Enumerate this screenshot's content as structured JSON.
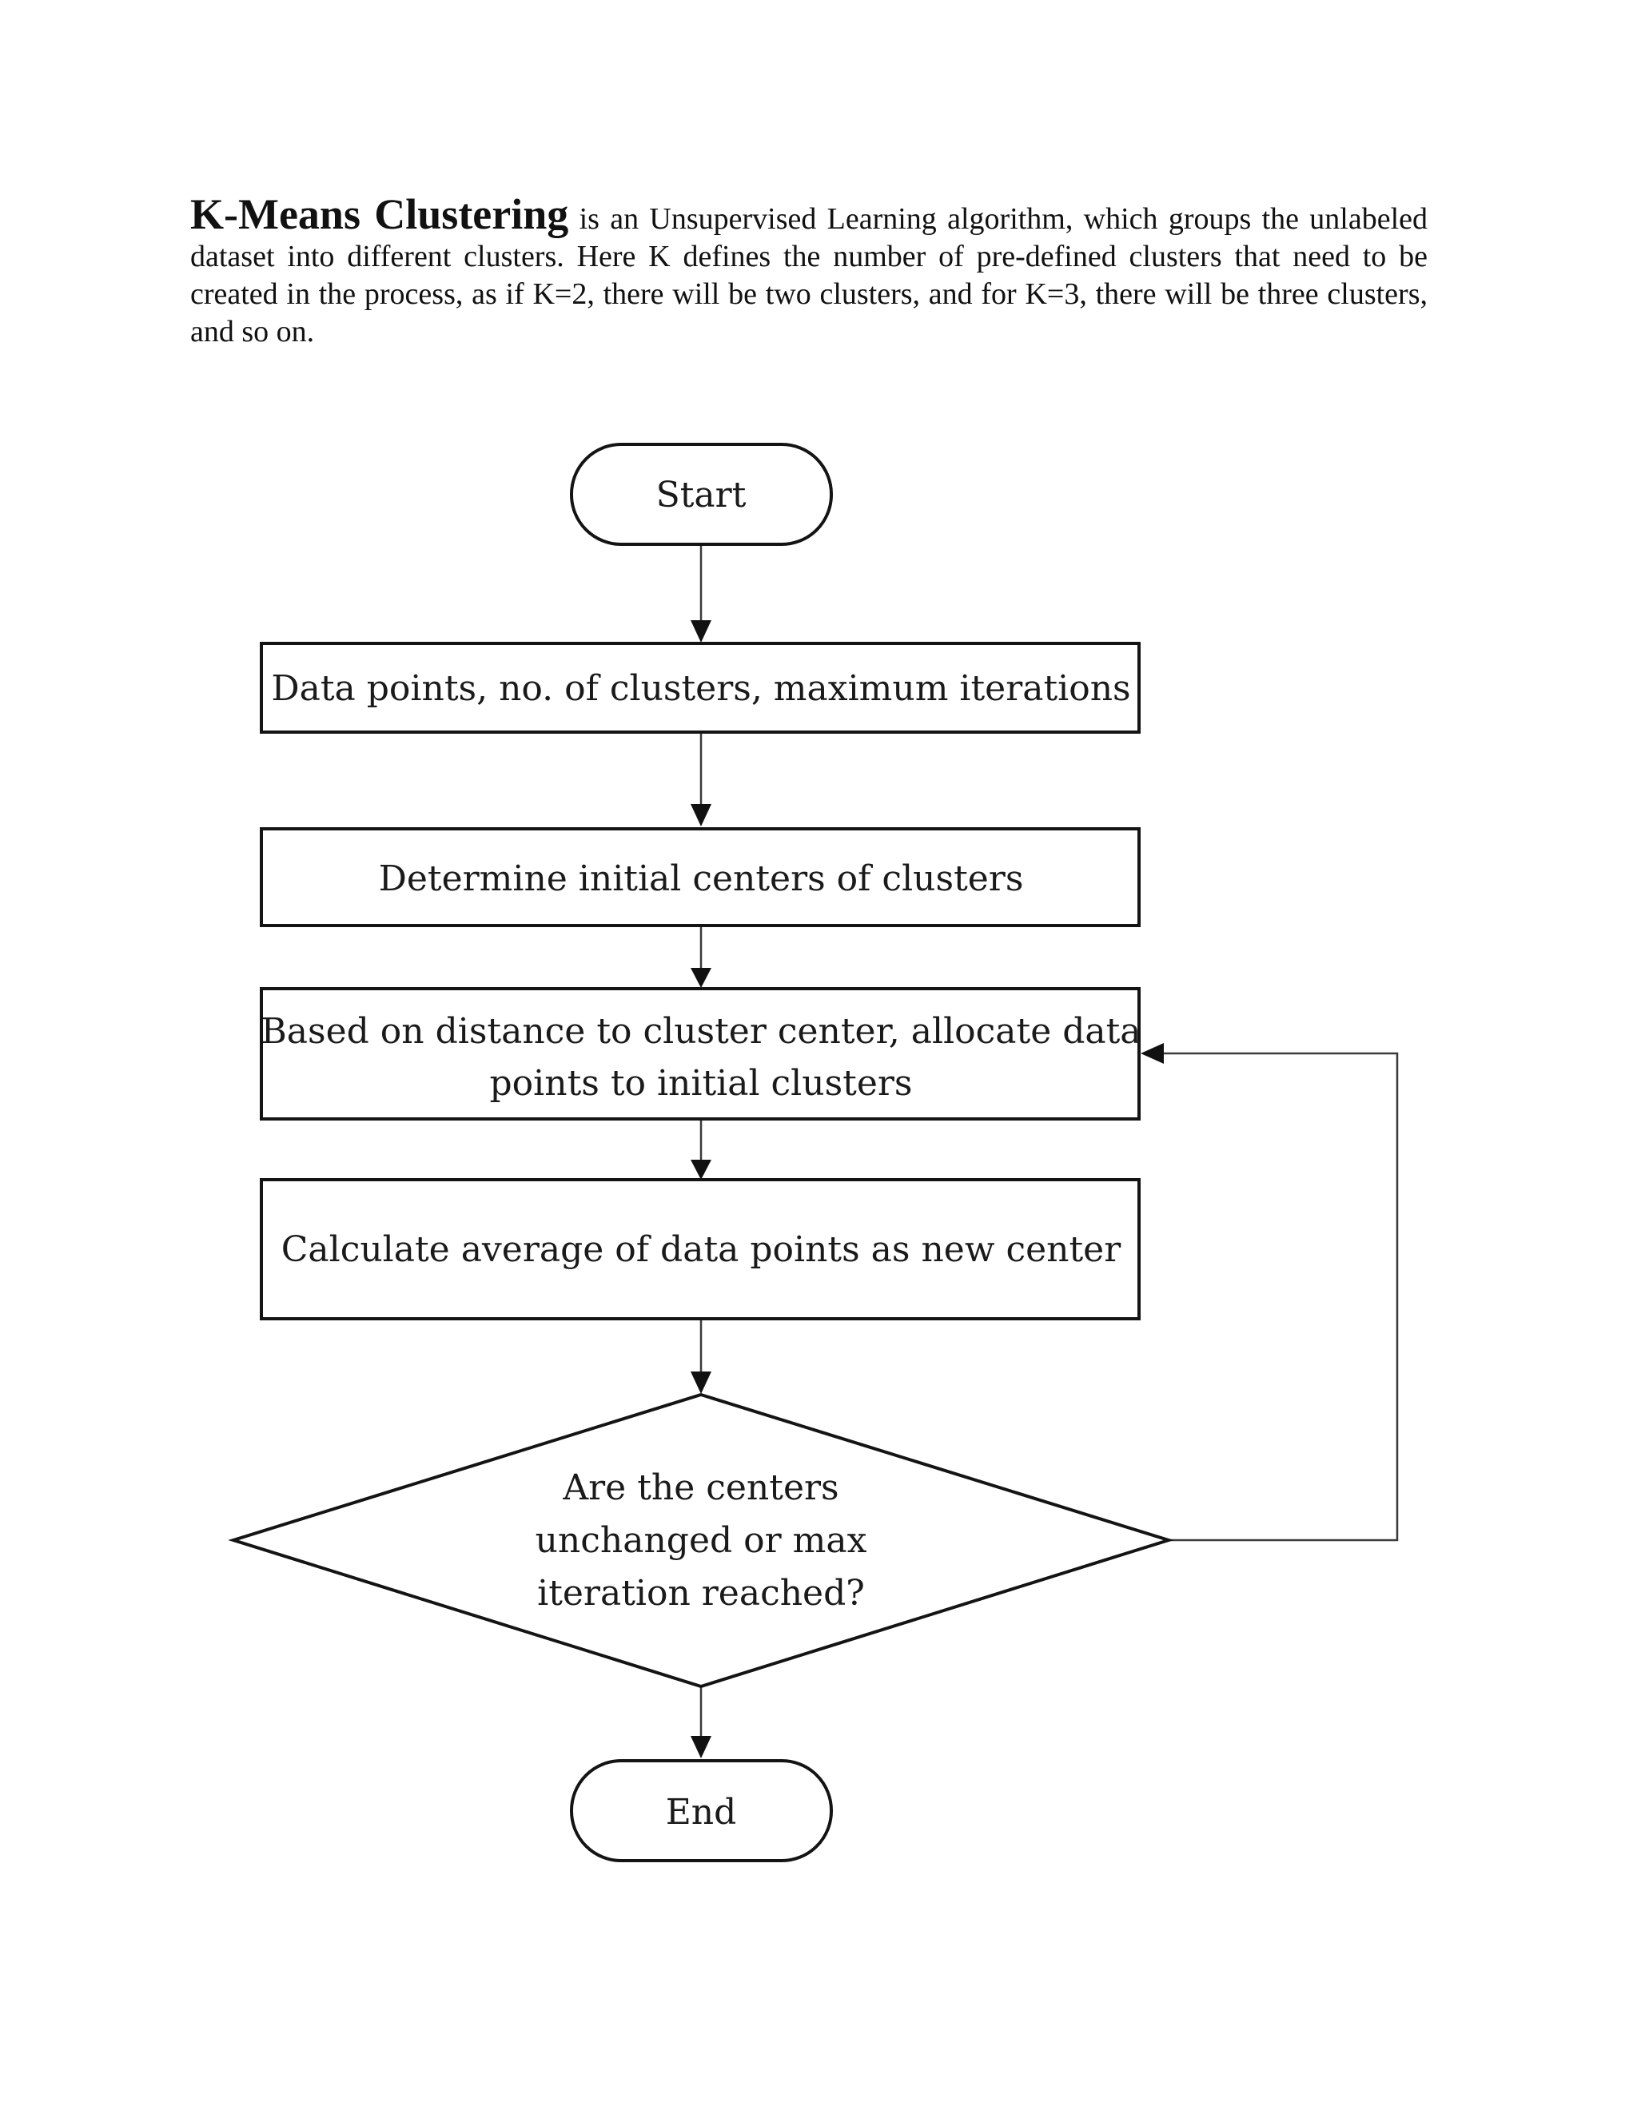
{
  "intro": {
    "term": "K-Means Clustering",
    "text": " is an Unsupervised Learning algorithm, which groups the unlabeled dataset into different clusters. Here K defines the number of pre-defined clusters that need to be created in the process, as if K=2, there will be two clusters, and for K=3, there will be three clusters, and so on."
  },
  "flowchart": {
    "start": "Start",
    "input": "Data points, no. of clusters, maximum iterations",
    "init_centers": "Determine initial centers of clusters",
    "allocate_line1": "Based on distance to cluster center, allocate data",
    "allocate_line2": "points to initial clusters",
    "recalculate": "Calculate average of data points as new center",
    "decision_line1": "Are the centers",
    "decision_line2": "unchanged or max",
    "decision_line3": "iteration reached?",
    "end": "End"
  }
}
